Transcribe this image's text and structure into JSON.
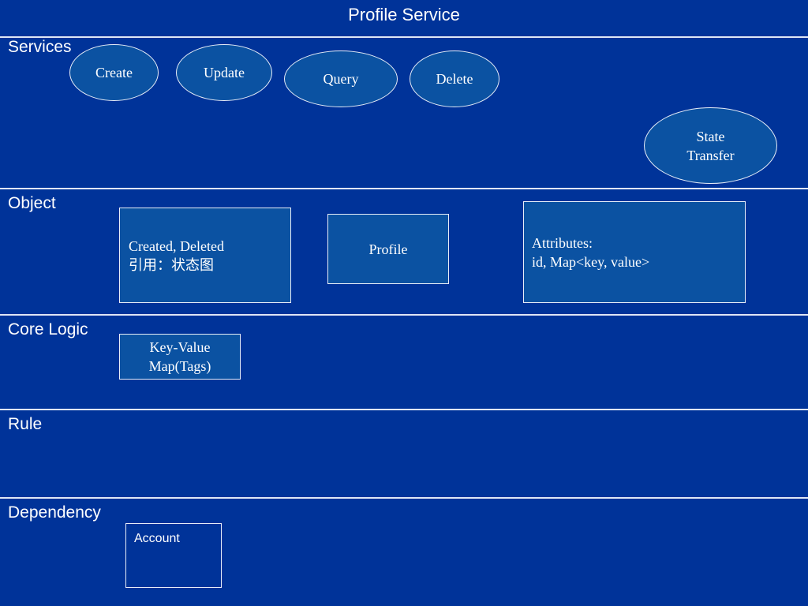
{
  "title": "Profile Service",
  "sections": {
    "services": {
      "label": "Services",
      "items": [
        "Create",
        "Update",
        "Query",
        "Delete"
      ],
      "state_transfer": [
        "State",
        "Transfer"
      ]
    },
    "object": {
      "label": "Object",
      "lifecycle_line1": "Created, Deleted",
      "lifecycle_line2": "引用：状态图",
      "profile": "Profile",
      "attributes_line1": "Attributes:",
      "attributes_line2": "id, Map<key, value>"
    },
    "core_logic": {
      "label": "Core Logic",
      "key_value_line1": "Key-Value",
      "key_value_line2": "Map(Tags)"
    },
    "rule": {
      "label": "Rule"
    },
    "dependency": {
      "label": "Dependency",
      "account": "Account"
    }
  }
}
